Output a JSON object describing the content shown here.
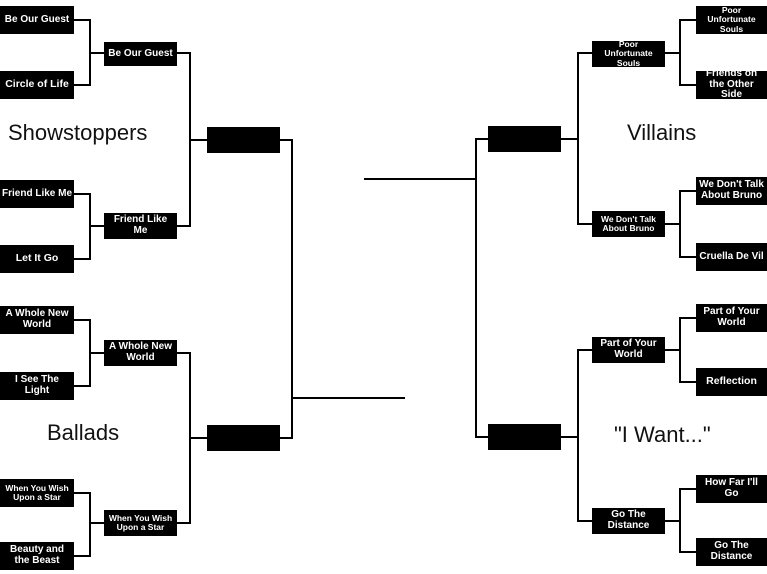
{
  "regions": {
    "showstoppers": "Showstoppers",
    "ballads": "Ballads",
    "villains": "Villains",
    "i_want": "\"I Want...\""
  },
  "left": {
    "round1": [
      "Be Our Guest",
      "Circle of Life",
      "Friend Like Me",
      "Let It Go",
      "A Whole New World",
      "I See The Light",
      "When You Wish Upon a Star",
      "Beauty and the Beast"
    ],
    "round2": [
      "Be Our Guest",
      "Friend Like Me",
      "A Whole New World",
      "When You Wish Upon a Star"
    ],
    "round3": [
      "",
      ""
    ]
  },
  "right": {
    "round1": [
      "Poor Unfortunate Souls",
      "Friends on the Other Side",
      "We Don't Talk About Bruno",
      "Cruella De Vil",
      "Part of Your World",
      "Reflection",
      "How Far I'll Go",
      "Go The Distance"
    ],
    "round2": [
      "Poor Unfortunate Souls",
      "We Don't Talk About Bruno",
      "Part of Your World",
      "Go The Distance"
    ],
    "round3": [
      "",
      ""
    ]
  }
}
